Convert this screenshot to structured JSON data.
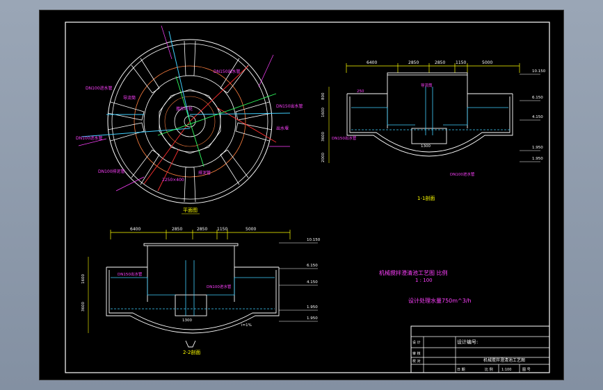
{
  "plan_view": {
    "caption": "平面图",
    "labels": {
      "pipe_top": "DN150出水管",
      "pipe_right": "DN150出水管",
      "pipe_left": "DN100进水管",
      "pipe_lower_left": "DN100进水管",
      "pipe_bottom": "DN100排泥管",
      "annotation_a": "导流筒",
      "annotation_b": "搅拌叶轮",
      "annotation_c": "出水堰",
      "annotation_d": "2250×400",
      "annotation_e": "排泥管"
    }
  },
  "section_1_1": {
    "caption": "1-1剖面",
    "dims_top": [
      "6400",
      "2850",
      "2850",
      "1150",
      "5000"
    ],
    "dim_small": "250",
    "elevations": [
      "10.150",
      "6.150",
      "4.150",
      "1.950",
      "1.950"
    ],
    "dims_left": [
      "800",
      "1600",
      "3600",
      "2000"
    ],
    "labels": {
      "pipe_a": "DN150出水管",
      "pipe_b": "DN100进水管",
      "width": "1300",
      "note": "导流筒"
    }
  },
  "section_2_2": {
    "caption": "2-2剖面",
    "dims_top": [
      "6400",
      "2850",
      "2850",
      "1150",
      "5000"
    ],
    "elevations": [
      "10.150",
      "6.150",
      "4.150",
      "1.950",
      "1.950"
    ],
    "dims_left": [
      "1600",
      "3600"
    ],
    "labels": {
      "pipe_a": "DN150出水管",
      "pipe_b": "DN100进水管",
      "width": "1300",
      "slope": "i=1%"
    }
  },
  "notes": {
    "title_line": "机械搅拌澄清池工艺图   比例",
    "scale": "1 : 100",
    "capacity": "设计处理水量750m^3/h"
  },
  "title_block": {
    "label_design_no": "设计编号:",
    "drawing_name": "机械搅拌澄清池工艺图",
    "cells": [
      "设 计",
      "审 核",
      "校 对",
      "日 期",
      "比 例",
      "1:100",
      "图 号"
    ]
  },
  "colors": {
    "background": "#000000",
    "outer_frame": "#ffffff",
    "structure": "#ffffff",
    "water_structure": "#40d0ff",
    "dimension": "#ffff00",
    "annotation": "#ff40ff",
    "circle_orange": "#ff8040",
    "red_line": "#ff3030",
    "green_line": "#30ff60"
  }
}
